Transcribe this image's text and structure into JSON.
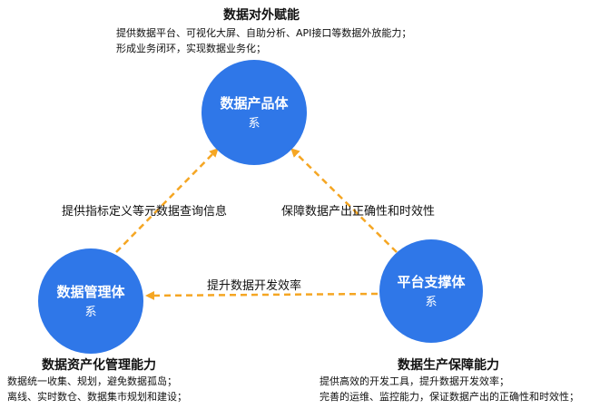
{
  "top_section": {
    "heading": "数据对外赋能",
    "desc_line1": "提供数据平台、可视化大屏、自助分析、API接口等数据外放能力；",
    "desc_line2": "形成业务闭环，实现数据业务化；"
  },
  "left_section": {
    "heading": "数据资产化管理能力",
    "desc_line1": "数据统一收集、规划，避免数据孤岛；",
    "desc_line2": "离线、实时数仓、数据集市规划和建设；"
  },
  "right_section": {
    "heading": "数据生产保障能力",
    "desc_line1": "提供高效的开发工具，提升数据开发效率；",
    "desc_line2": "完善的运维、监控能力，保证数据产出的正确性和时效性；"
  },
  "nodes": {
    "top": {
      "line1": "数据产品体",
      "line2": "系"
    },
    "left": {
      "line1": "数据管理体",
      "line2": "系"
    },
    "right": {
      "line1": "平台支撑体",
      "line2": "系"
    }
  },
  "edges": {
    "left_to_top": "提供指标定义等元数据查询信息",
    "right_to_top": "保障数据产出正确性和时效性",
    "right_to_left": "提升数据开发效率"
  },
  "colors": {
    "node_fill": "#2f77e8",
    "arrow": "#f5a623"
  }
}
